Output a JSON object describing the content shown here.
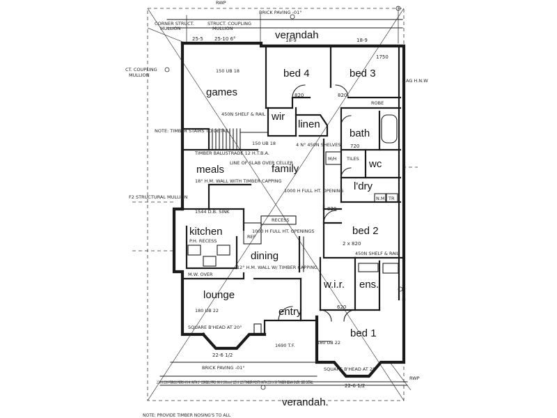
{
  "rooms": {
    "verandah_top": "verandah",
    "verandah_bottom": "verandah.",
    "games": "games",
    "bed4": "bed 4",
    "bed3": "bed 3",
    "wir_top": "wir",
    "linen": "linen",
    "bath": "bath",
    "wc": "wc",
    "ldry": "l'dry",
    "meals": "meals",
    "family": "family",
    "kitchen": "kitchen",
    "bed2": "bed 2",
    "dining": "dining",
    "wir_bottom": "w.i.r.",
    "ens": "ens.",
    "lounge": "lounge",
    "entry": "entry",
    "bed1": "bed 1"
  },
  "notes": {
    "rwp_top": "RWP",
    "brick_paving_top": "BRICK PAVING -01°",
    "corner_struct": "CORNER STRUCT.",
    "mullion1": "MULLION",
    "struct_coupling": "STRUCT. COUPLING",
    "mullion2": "MULLION",
    "dim_25_5": "25-5",
    "dim_25_10": "25-10 6°",
    "dim_18_9a": "18-9",
    "dim_18_9b": "18-9",
    "dim_1750": "1750",
    "ct_coupling": "CT. COUPLING",
    "mullion3": "MULLION",
    "ub_150": "150 UB 18",
    "ag_hnw": "AG H.N.W",
    "robe": "ROBE",
    "shelf_rail": "450N SHELF & RAIL",
    "note_timber": "NOTE: TIMBER STAIRS TO DETAIL",
    "ub_150b": "150 UB 18",
    "shelves": "4 N° 450N SHELVES",
    "timber_balustrade": "TIMBER BALUSTRADE 12 H.T.B.A.",
    "line_slab": "LINE OF SLAB OVER CELLER",
    "hm_wall": "18° H.M. WALL WITH TIMBER CAPPING",
    "struct_mullion": "F2 STRUCTURAL MULLION",
    "opening_full": "1000 H FULL HT. OPENING",
    "db_sink": "1544 D.B. SINK",
    "recess": "RECESS",
    "openings": "1000 H FULL HT. OPENINGS",
    "ph_recess": "P.H. RECESS",
    "ref": "REF",
    "mw_over": "M.W. OVER",
    "wall_timber": "12° H.M. WALL W/ TIMBER CAPPING",
    "ub_22": "180 UB 22",
    "square_bhead": "SQUARE B'HEAD AT 20°",
    "dim_1690": "1690 T.F.",
    "dim_22_6_a": "22-6 1/2",
    "dim_22_6_b": "22-6 1/2",
    "brick_paving_bottom": "BRICK PAVING -01°",
    "brick_piers": "230 X 230 F'BRICK PIERS 4'6 H. WITH 2° CORBEL (PRO. 90 X 100mm) 125 X 125 TIMBER POSTS WITH 230 X 50 TIMBER BEAM OVER. SEE DETAIL",
    "square_bhead2": "SQUARE B'HEAD AT 28°",
    "ub_22b": "180 UB 22",
    "rwp_bottom": "RWP",
    "note_provide": "NOTE: PROVIDE TIMBER NOSING'S TO ALL",
    "shelf_rail2": "450N SHELF & RAIL",
    "tiles": "TILES",
    "mh": "M/H",
    "nm": "N.M.",
    "tr": "TR",
    "dim_720": "720",
    "dim_820a": "820",
    "dim_820b": "820",
    "dim_820c": "820",
    "dim_620": "620",
    "two_x_820": "2 x 820"
  }
}
